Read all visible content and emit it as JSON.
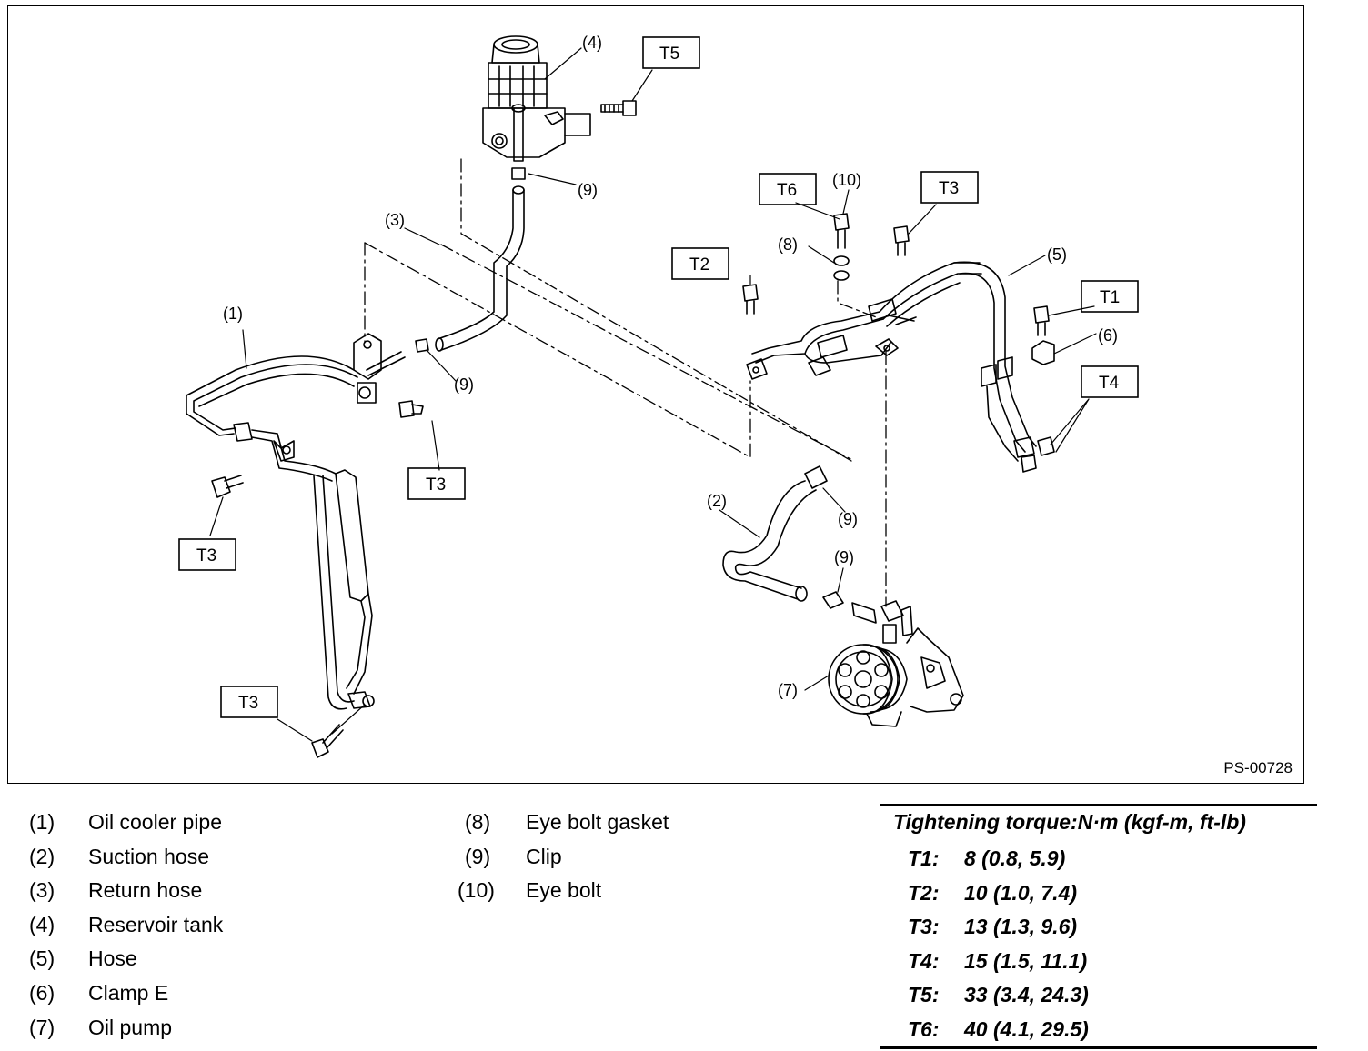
{
  "diagram": {
    "figure_code": "PS-00728",
    "callouts": {
      "c1": "(1)",
      "c2": "(2)",
      "c3": "(3)",
      "c4": "(4)",
      "c5": "(5)",
      "c6": "(6)",
      "c7": "(7)",
      "c8": "(8)",
      "c9": "(9)",
      "c10": "(10)"
    },
    "torque_tags": {
      "T1": "T1",
      "T2": "T2",
      "T3": "T3",
      "T4": "T4",
      "T5": "T5",
      "T6": "T6"
    }
  },
  "legend": {
    "left": [
      {
        "num": "(1)",
        "name": "Oil cooler pipe"
      },
      {
        "num": "(2)",
        "name": "Suction hose"
      },
      {
        "num": "(3)",
        "name": "Return hose"
      },
      {
        "num": "(4)",
        "name": "Reservoir tank"
      },
      {
        "num": "(5)",
        "name": "Hose"
      },
      {
        "num": "(6)",
        "name": "Clamp E"
      },
      {
        "num": "(7)",
        "name": "Oil pump"
      }
    ],
    "middle": [
      {
        "num": "(8)",
        "name": "Eye bolt gasket"
      },
      {
        "num": "(9)",
        "name": "Clip"
      },
      {
        "num": "(10)",
        "name": "Eye bolt"
      }
    ]
  },
  "torque": {
    "title": "Tightening torque:N·m (kgf-m, ft-lb)",
    "rows": [
      {
        "key": "T1:",
        "value": "8 (0.8, 5.9)"
      },
      {
        "key": "T2:",
        "value": "10 (1.0, 7.4)"
      },
      {
        "key": "T3:",
        "value": "13 (1.3, 9.6)"
      },
      {
        "key": "T4:",
        "value": "15 (1.5, 11.1)"
      },
      {
        "key": "T5:",
        "value": "33 (3.4, 24.3)"
      },
      {
        "key": "T6:",
        "value": "40 (4.1, 29.5)"
      }
    ]
  }
}
